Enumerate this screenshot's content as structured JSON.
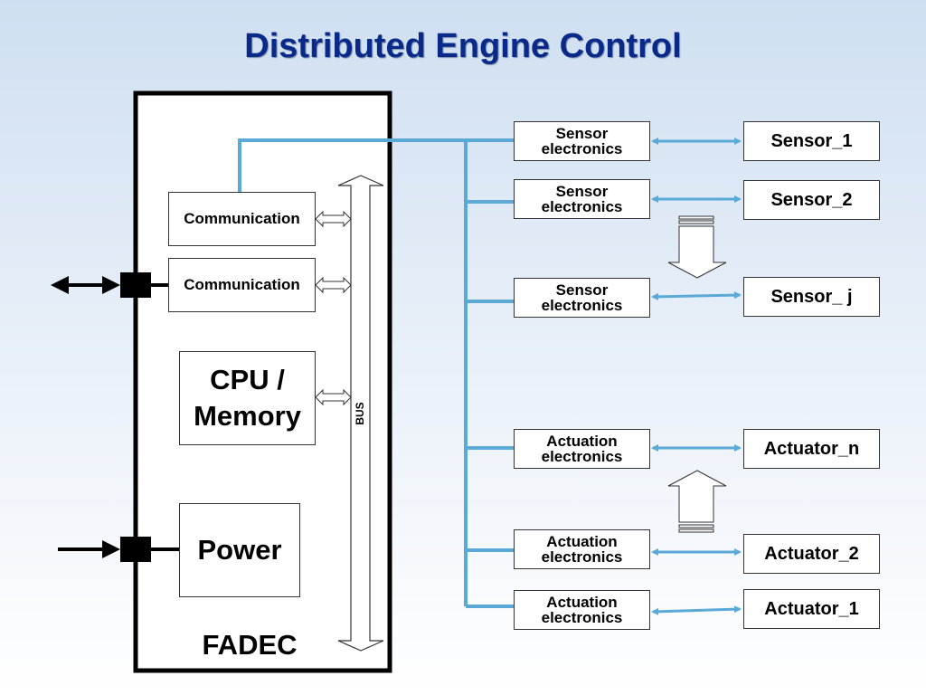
{
  "title": "Distributed Engine Control",
  "fadec": {
    "label": "FADEC",
    "communication_1": "Communication",
    "communication_2": "Communication",
    "cpu_memory": "CPU / Memory",
    "power": "Power",
    "bus": "BUS"
  },
  "sensor_electronics": [
    "Sensor electronics",
    "Sensor electronics",
    "Sensor electronics"
  ],
  "sensors": [
    "Sensor_1",
    "Sensor_2",
    "Sensor_ j"
  ],
  "actuation_electronics": [
    "Actuation electronics",
    "Actuation electronics",
    "Actuation electronics"
  ],
  "actuators": [
    "Actuator_n",
    "Actuator_2",
    "Actuator_1"
  ],
  "colors": {
    "link": "#5aa9d6",
    "title": "#0a2a8a",
    "frame": "#000000"
  }
}
